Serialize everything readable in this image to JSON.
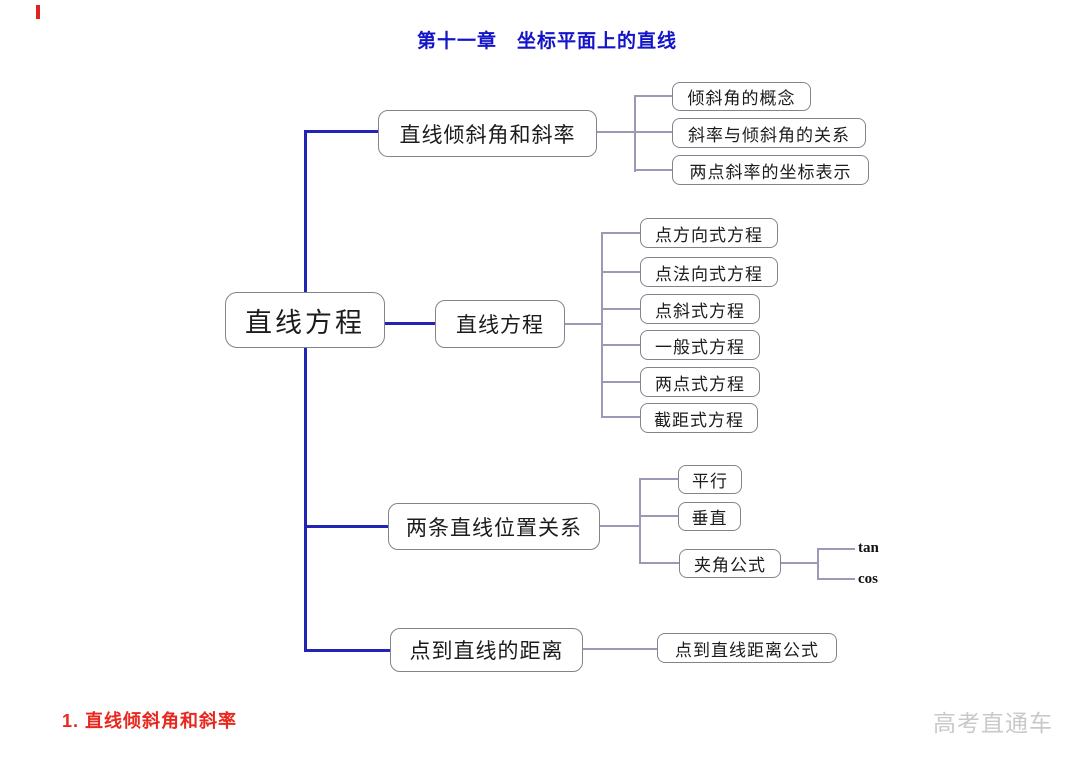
{
  "page": {
    "title": "第十一章　坐标平面上的直线"
  },
  "mindmap": {
    "root": "直线方程",
    "branches": [
      {
        "label": "直线倾斜角和斜率",
        "children": [
          {
            "label": "倾斜角的概念"
          },
          {
            "label": "斜率与倾斜角的关系"
          },
          {
            "label": "两点斜率的坐标表示"
          }
        ]
      },
      {
        "label": "直线方程",
        "children": [
          {
            "label": "点方向式方程"
          },
          {
            "label": "点法向式方程"
          },
          {
            "label": "点斜式方程"
          },
          {
            "label": "一般式方程"
          },
          {
            "label": "两点式方程"
          },
          {
            "label": "截距式方程"
          }
        ]
      },
      {
        "label": "两条直线位置关系",
        "children": [
          {
            "label": "平行"
          },
          {
            "label": "垂直"
          },
          {
            "label": "夹角公式",
            "children": [
              {
                "label": "tan"
              },
              {
                "label": "cos"
              }
            ]
          }
        ]
      },
      {
        "label": "点到直线的距离",
        "children": [
          {
            "label": "点到直线距离公式"
          }
        ]
      }
    ]
  },
  "footer": {
    "section_heading": "1. 直线倾斜角和斜率",
    "watermark": "高考直通车"
  },
  "colors": {
    "title_blue": "#1414c8",
    "spine_blue": "#2323b4",
    "connector_gray": "#9a9ab6",
    "box_border": "#83838f",
    "heading_red": "#e8281e",
    "watermark_gray": "#c9c9c9"
  }
}
